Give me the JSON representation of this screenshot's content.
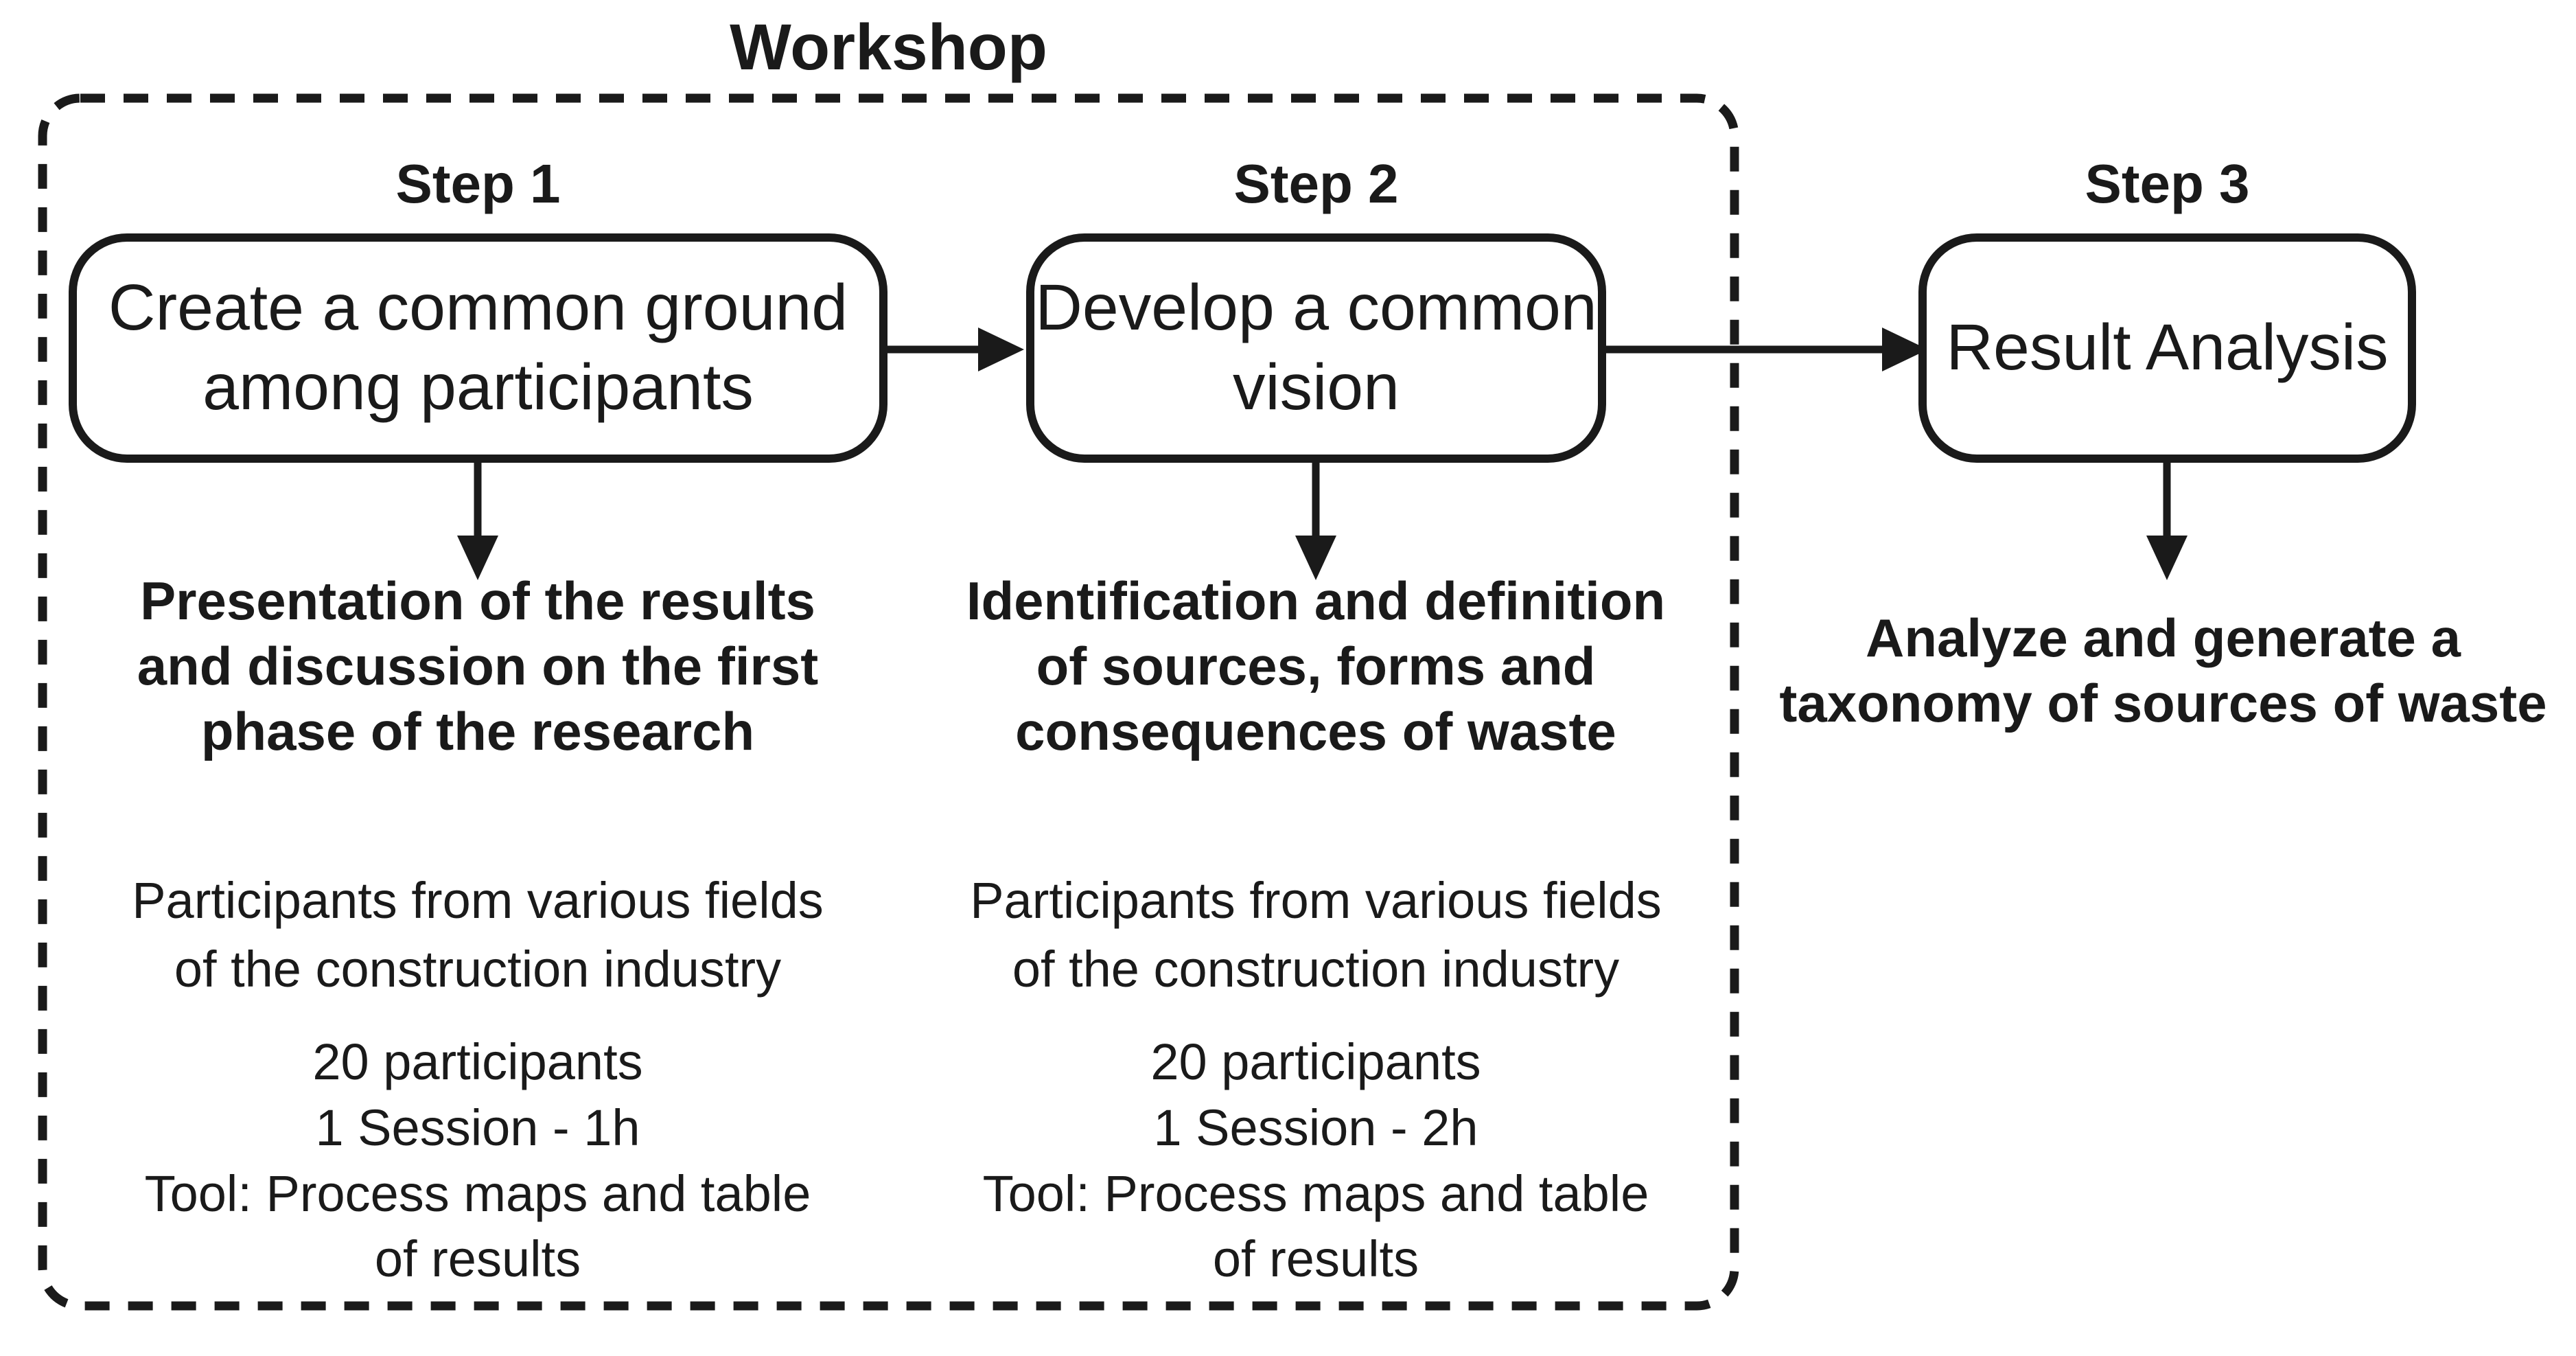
{
  "colors": {
    "ink": "#1a1a1a",
    "background": "#ffffff"
  },
  "workshop": {
    "label": "Workshop"
  },
  "steps": [
    {
      "label": "Step 1",
      "box": "Create a common ground\namong participants",
      "outcome": "Presentation of the results\nand discussion on the first\nphase of the research",
      "participants": "Participants from various fields\nof the construction industry",
      "count": "20 participants",
      "session": "1 Session - 1h",
      "tool": "Tool: Process maps and table\nof results"
    },
    {
      "label": "Step 2",
      "box": "Develop a common\nvision",
      "outcome": "Identification and definition\nof sources, forms and\nconsequences of waste",
      "participants": "Participants from various fields\nof the construction industry",
      "count": "20 participants",
      "session": "1 Session - 2h",
      "tool": "Tool: Process maps and table\nof results"
    },
    {
      "label": "Step 3",
      "box": "Result Analysis",
      "outcome": "Analyze and generate a\ntaxonomy of sources of waste"
    }
  ]
}
